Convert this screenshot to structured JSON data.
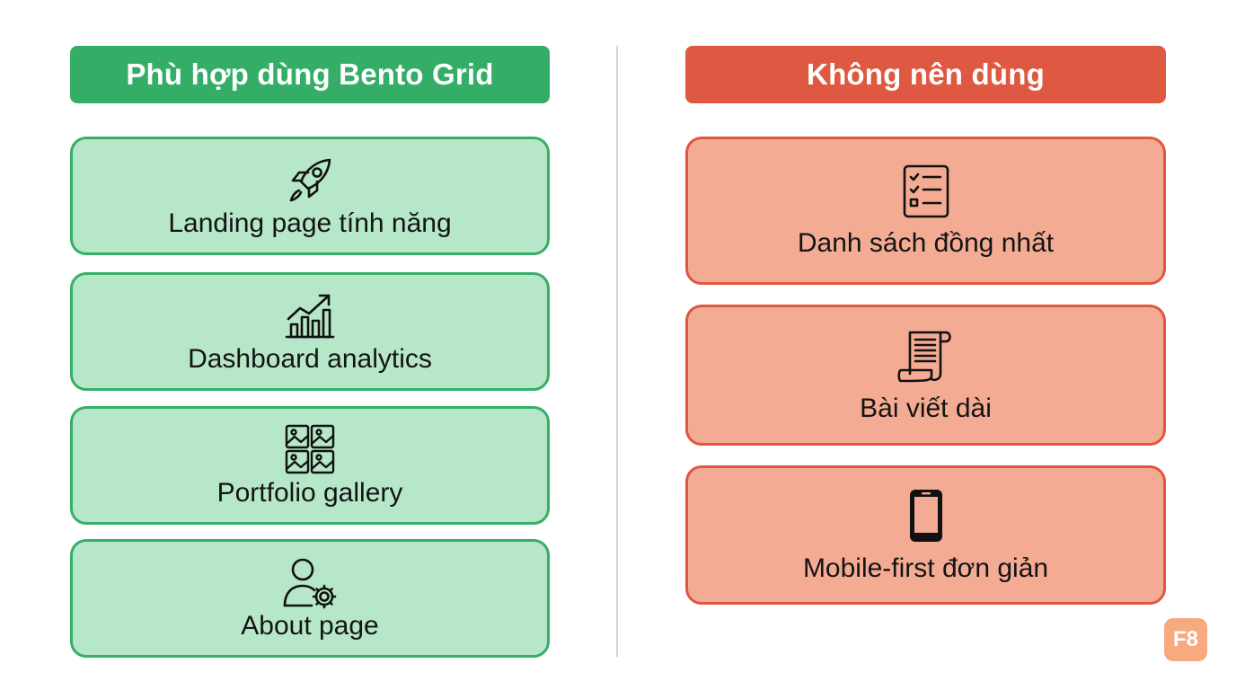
{
  "left": {
    "heading": "Phù hợp dùng Bento Grid",
    "items": [
      {
        "label": "Landing page tính năng",
        "icon": "rocket-icon"
      },
      {
        "label": "Dashboard analytics",
        "icon": "chart-growth-icon"
      },
      {
        "label": "Portfolio gallery",
        "icon": "image-gallery-icon"
      },
      {
        "label": "About page",
        "icon": "user-settings-icon"
      }
    ]
  },
  "right": {
    "heading": "Không nên dùng",
    "items": [
      {
        "label": "Danh sách đồng nhất",
        "icon": "checklist-icon"
      },
      {
        "label": "Bài viết dài",
        "icon": "scroll-document-icon"
      },
      {
        "label": "Mobile-first đơn giản",
        "icon": "smartphone-icon"
      }
    ]
  },
  "logo": {
    "text": "F8"
  },
  "colors": {
    "good_header": "#34ad66",
    "good_card": "#b6e7c8",
    "good_border": "#36ae68",
    "bad_header": "#df5942",
    "bad_card": "#f4ab94",
    "bad_border": "#dc5841",
    "logo_bg": "#f7a980"
  }
}
